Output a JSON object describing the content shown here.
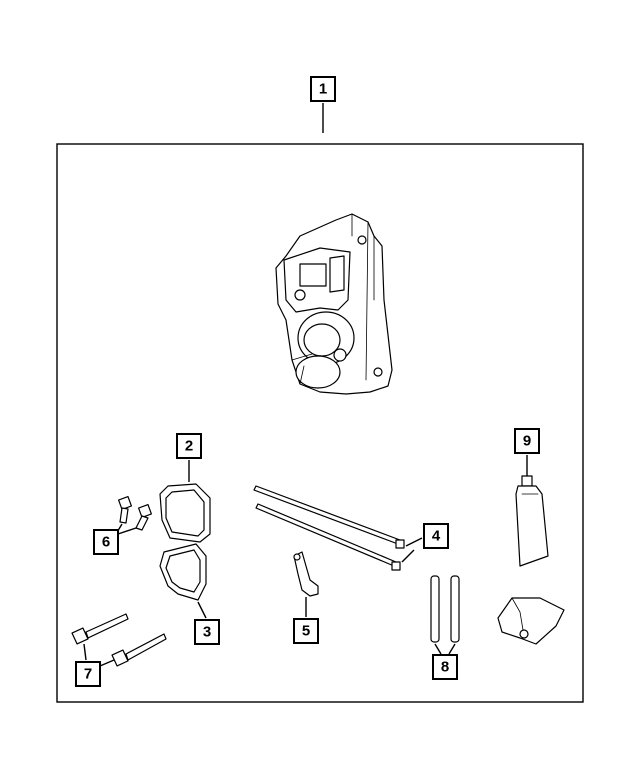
{
  "callouts": {
    "c1": "1",
    "c2": "2",
    "c3": "3",
    "c4": "4",
    "c5": "5",
    "c6": "6",
    "c7": "7",
    "c8": "8",
    "c9": "9"
  },
  "icons": {
    "actuator": "turbo-actuator-icon",
    "gasket_upper": "gasket-icon",
    "gasket_lower": "gasket-icon",
    "cable_ties": "cable-tie-icon",
    "bracket": "bracket-icon",
    "screws": "screw-icon",
    "bolts": "bolt-icon",
    "pins": "dowel-pin-icon",
    "tube": "sealant-tube-icon",
    "seal_pad": "seal-pad-icon"
  }
}
